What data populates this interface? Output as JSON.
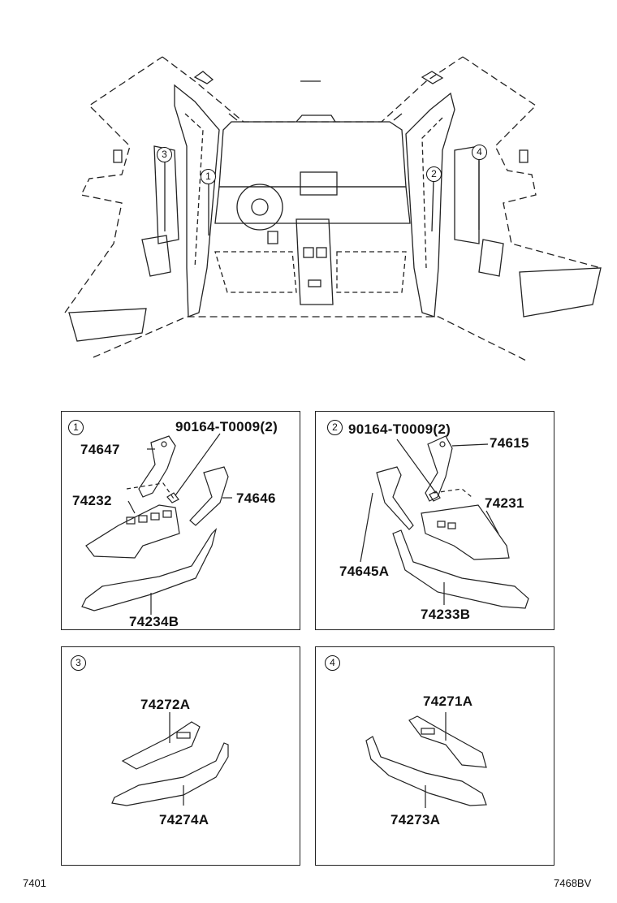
{
  "overview": {
    "callouts": [
      "3",
      "1",
      "2",
      "4"
    ]
  },
  "panels": [
    {
      "id": "1",
      "labels": {
        "bolt": "90164-T0009(2)",
        "bracket": "74647",
        "base": "74232",
        "handle": "74646",
        "armrest": "74234B"
      }
    },
    {
      "id": "2",
      "labels": {
        "bolt": "90164-T0009(2)",
        "bracket": "74615",
        "base": "74231",
        "handle": "74645A",
        "armrest": "74233B"
      }
    },
    {
      "id": "3",
      "labels": {
        "panel": "74272A",
        "armrest": "74274A"
      }
    },
    {
      "id": "4",
      "labels": {
        "panel": "74271A",
        "armrest": "74273A"
      }
    }
  ],
  "footer": {
    "left": "7401",
    "right": "7468BV"
  }
}
